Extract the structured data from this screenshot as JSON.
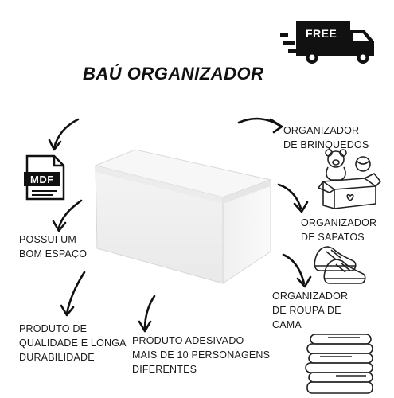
{
  "title": "BAÚ ORGANIZADOR",
  "badge": {
    "free_text": "FREE",
    "icon": "truck-icon"
  },
  "mdf_label": "MDF",
  "features": {
    "brinquedos": [
      "ORGANIZADOR",
      "DE BRINQUEDOS"
    ],
    "sapatos": [
      "ORGANIZADOR",
      "DE SAPATOS"
    ],
    "roupa": [
      "ORGANIZADOR",
      "DE ROUPA DE",
      "CAMA"
    ],
    "espaco": [
      "POSSUI UM",
      "BOM ESPAÇO"
    ],
    "qualidade": [
      "PRODUTO DE",
      "QUALIDADE E LONGA",
      "DURABILIDADE"
    ],
    "adesivado": [
      "PRODUTO ADESIVADO",
      "MAIS DE 10 PERSONAGENS",
      "DIFERENTES"
    ]
  }
}
